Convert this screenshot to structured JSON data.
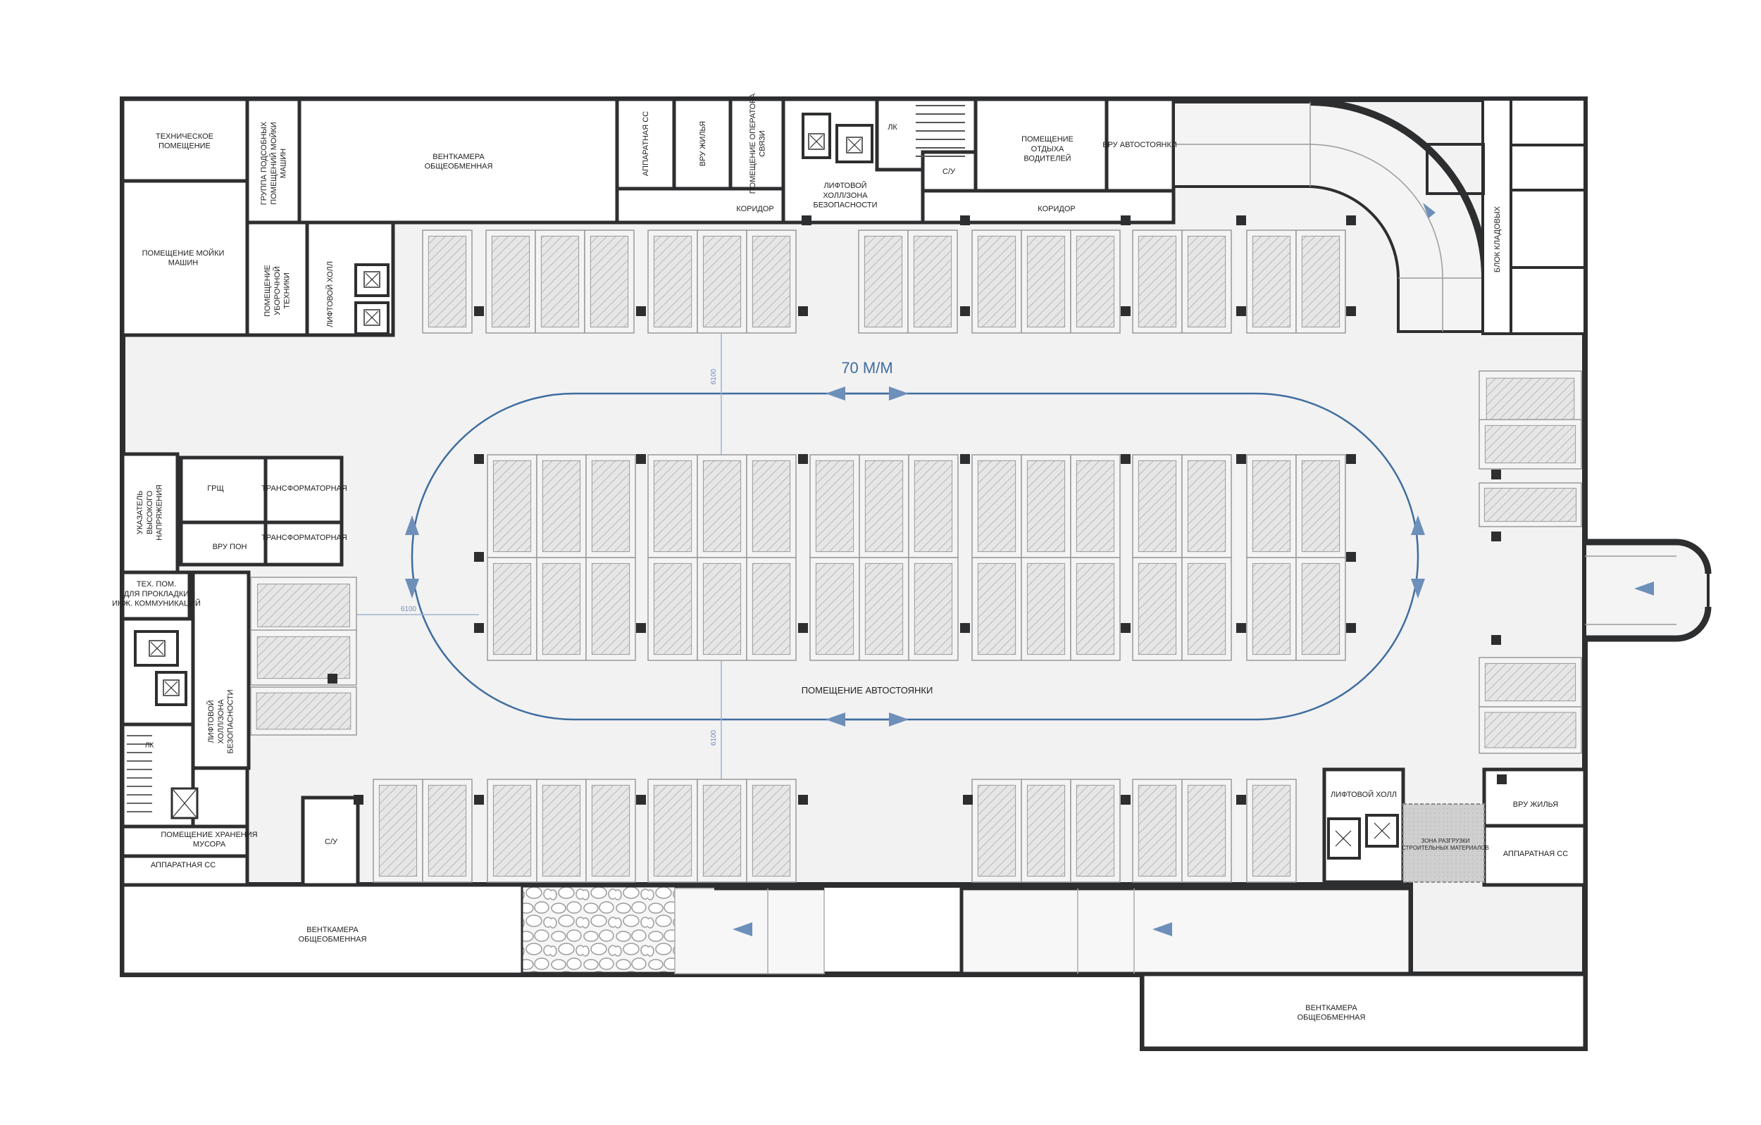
{
  "colors": {
    "wall": "#2d2e30",
    "floor": "#f2f2f2",
    "room": "#ffffff",
    "space_fill": "#e4e4e4",
    "space_line": "#9a9a9a",
    "route": "#3f6d9f",
    "arrow": "#6d8fba",
    "gray_zone": "#cfcfcf"
  },
  "dims": {
    "speed": "70 М/М",
    "d1": "6100",
    "d2": "6100",
    "d3": "6100"
  },
  "rooms": {
    "tech_room": "ТЕХНИЧЕСКОЕ ПОМЕЩЕНИЕ",
    "wash_group": "ГРУППА ПОДСОБНЫХ ПОМЕЩЕНИЙ МОЙКИ МАШИН",
    "vent_top": "ВЕНТКАМЕРА ОБЩЕОБМЕННАЯ",
    "app_cc_top": "АППАРАТНАЯ СС",
    "vru_res_top": "ВРУ ЖИЛЬЯ",
    "operator_room": "ПОМЕЩЕНИЕ ОПЕРАТОРА СВЯЗИ",
    "lk_top": "ЛК",
    "lift_hall_top": "ЛИФТОВОЙ ХОЛЛ/ЗОНА БЕЗОПАСНОСТИ",
    "corridor_left": "КОРИДОР",
    "corridor_right": "КОРИДОР",
    "wc_top": "С/У",
    "driver_rest": "ПОМЕЩЕНИЕ ОТДЫХА ВОДИТЕЛЕЙ",
    "vru_parking": "ВРУ АВТОСТОЯНКИ",
    "car_wash": "ПОМЕЩЕНИЕ МОЙКИ МАШИН",
    "cleaning_room": "ПОМЕЩЕНИЕ УБОРОЧНОЙ ТЕХНИКИ",
    "lift_hall_left": "ЛИФТОВОЙ ХОЛЛ",
    "storage_block": "БЛОК КЛАДОВЫХ",
    "hv_indicator": "УКАЗАТЕЛЬ ВЫСОКОГО НАПРЯЖЕНИЯ",
    "grsh": "ГРЩ",
    "transformer_1": "ТРАНСФОРМАТОРНАЯ",
    "transformer_2": "ТРАНСФОРМАТОРНАЯ",
    "vru_pon": "ВРУ ПОН",
    "tech_utility": "ТЕХ. ПОМ. ДЛЯ ПРОКЛАДКИ ИНЖ. КОММУНИКАЦИЙ",
    "lift_hall_safety_left": "ЛИФТОВОЙ ХОЛЛ/ЗОНА БЕЗОПАСНОСТИ",
    "lk_left": "ЛК",
    "garbage_room": "ПОМЕЩЕНИЕ ХРАНЕНИЯ МУСОРА",
    "app_cc_left": "АППАРАТНАЯ СС",
    "wc_left": "С/У",
    "parking_room": "ПОМЕЩЕНИЕ АВТОСТОЯНКИ",
    "lift_hall_right": "ЛИФТОВОЙ ХОЛЛ",
    "unload_zone": "ЗОНА РАЗГРУЗКИ СТРОИТЕЛЬНЫХ МАТЕРИАЛОВ",
    "vru_res_right": "ВРУ ЖИЛЬЯ",
    "app_cc_right": "АППАРАТНАЯ СС",
    "vent_bottom_left": "ВЕНТКАМЕРА ОБЩЕОБМЕННАЯ",
    "vent_bottom_right": "ВЕНТКАМЕРА ОБЩЕОБМЕННАЯ"
  },
  "icons": {
    "arrow": "direction-arrow-icon",
    "elevator": "elevator-icon",
    "stair": "stair-icon",
    "door": "door-swing-icon",
    "column": "column-icon",
    "parking_space": "parking-space-icon"
  }
}
